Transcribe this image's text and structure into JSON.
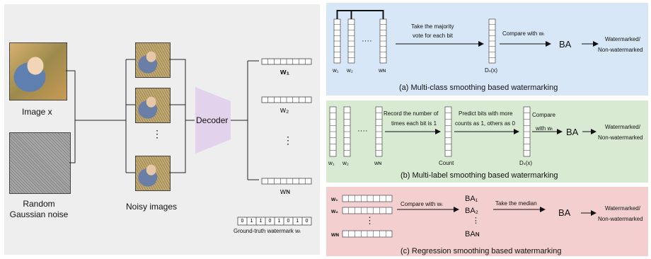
{
  "left": {
    "image_x": "Image x",
    "noise_label": "Random Gaussian noise",
    "noise_line1": "Random",
    "noise_line2": "Gaussian noise",
    "noisy_images": "Noisy images",
    "vertical_dots": "⋮",
    "decoder": "Decoder",
    "w1": "w₁",
    "w2": "w₂",
    "wN": "wɴ",
    "gt_bits": [
      "0",
      "1",
      "1",
      "0",
      "1",
      "0",
      "1",
      "0"
    ],
    "gt_label": "Ground-truth watermark wₜ"
  },
  "panel_a": {
    "dots": "····",
    "take_majority_1": "Take the majority",
    "take_majority_2": "vote for each bit",
    "compare": "Compare with wₜ",
    "ba": "BA",
    "out1": "Watermarked/",
    "out2": "Non-watermarked",
    "w1": "w₁",
    "w2": "w₂",
    "wN": "wɴ",
    "ds": "Dₛ(x)",
    "caption": "(a) Multi-class smoothing based watermarking"
  },
  "panel_b": {
    "dots": "····",
    "record_1": "Record the number of",
    "record_2": "times each bit is 1",
    "predict_1": "Predict bits with more",
    "predict_2": "counts as 1, others as 0",
    "compare_1": "Compare",
    "compare_2": "with wₜ",
    "ba": "BA",
    "out1": "Watermarked/",
    "out2": "Non-watermarked",
    "w1": "w₁",
    "w2": "w₂",
    "wN": "wɴ",
    "count": "Count",
    "ds": "Dₛ(x)",
    "caption": "(b) Multi-label smoothing based watermarking"
  },
  "panel_c": {
    "w1": "w₁",
    "w2": "w₂",
    "wN": "wɴ",
    "dots": "⋮",
    "compare": "Compare with wₜ",
    "ba1": "BA₁",
    "ba2": "BA₂",
    "baN": "BAɴ",
    "median": "Take the median",
    "ba": "BA",
    "out1": "Watermarked/",
    "out2": "Non-watermarked",
    "caption": "(c) Regression smoothing based watermarking"
  },
  "colors": {
    "panel_left": "#eeeeee",
    "panel_a": "#d7e7f8",
    "panel_b": "#d8ead2",
    "panel_c": "#f3cfcf",
    "decoder": "#e2d2ec"
  }
}
